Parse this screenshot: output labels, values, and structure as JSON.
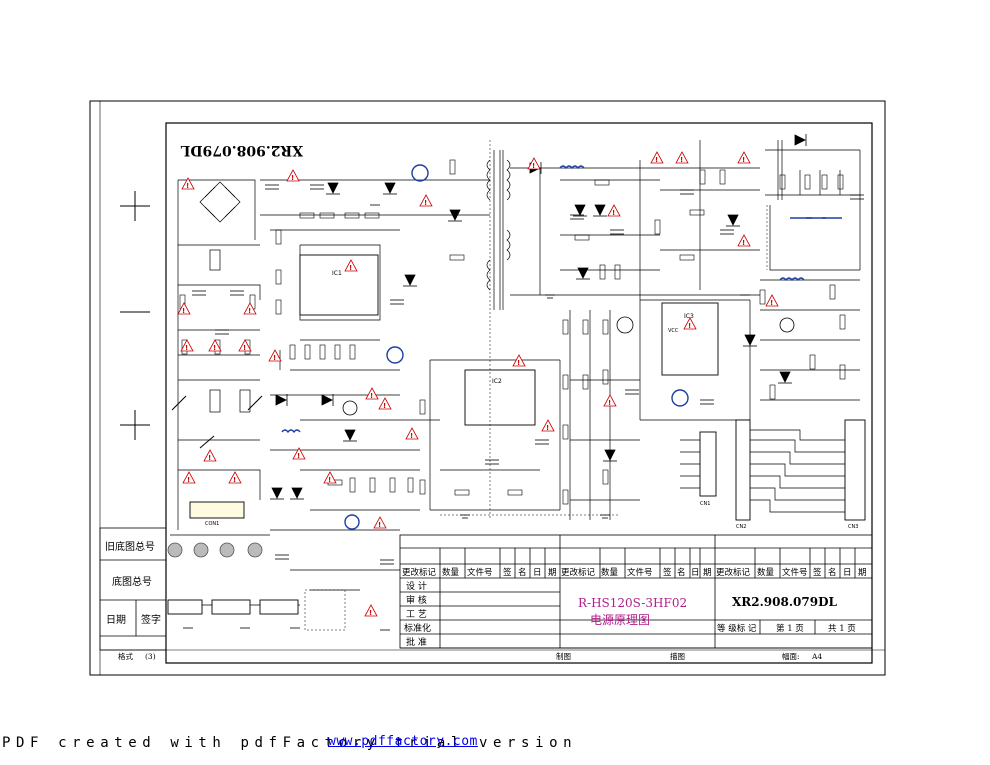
{
  "drawing": {
    "number_mirrored": "XR2.908.079DL",
    "model": "R-HS120S-3HF02",
    "title_cn": "电源原理图",
    "number": "XR2.908.079DL",
    "format_label": "格式",
    "format_value": "(3)",
    "drawn_label": "制图",
    "traced_label": "描图",
    "size_label": "幅面:",
    "size_value": "A4",
    "grade_label": "等 级标 记",
    "page_label": "第 1 页",
    "total_label": "共 1 页"
  },
  "left_labels": {
    "old_base": "旧底图总号",
    "base": "底图总号",
    "date": "日期",
    "sign": "签字"
  },
  "revision_headers": [
    "更改标记",
    "数量",
    "文件号",
    "签",
    "名",
    "日",
    "期"
  ],
  "sign_rows": [
    "设  计",
    "审  核",
    "工  艺",
    "标准化",
    "批  准"
  ],
  "components": {
    "ic1": "IC1",
    "ic2": "IC2",
    "ic3": "IC3",
    "con1": "CON1",
    "pwm_label": "VCC",
    "connector_a": "CN1",
    "connector_b": "CN2",
    "connector_c": "CN3"
  },
  "footer": {
    "text": "PDF created with pdfFactory trial version",
    "url": "www.pdffactory.com"
  }
}
